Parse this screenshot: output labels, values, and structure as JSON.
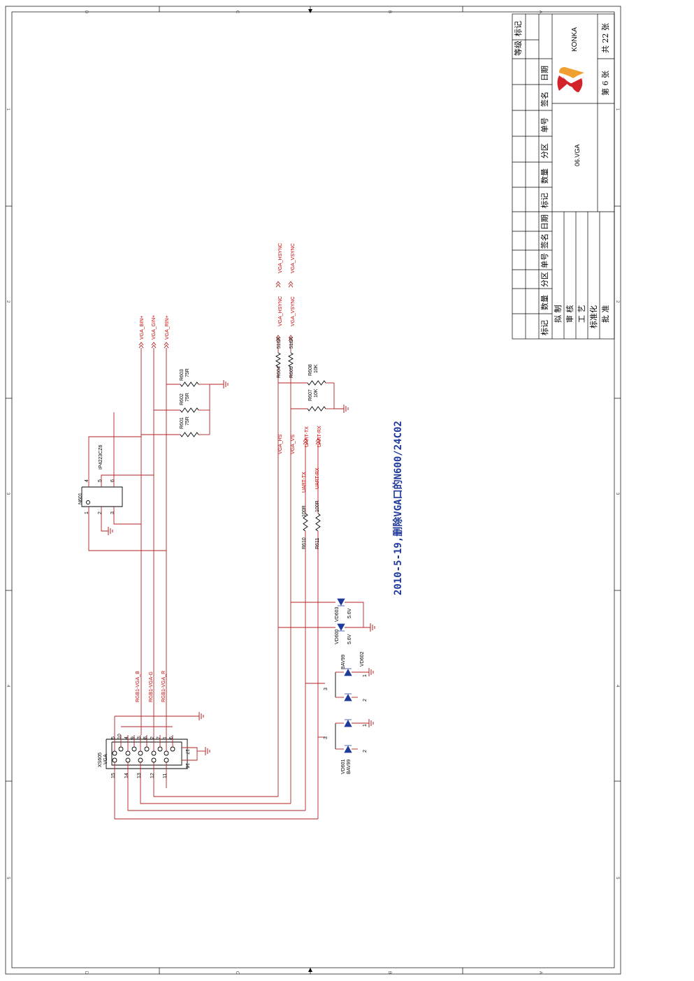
{
  "border": {
    "zone_letters": [
      "D",
      "C",
      "B",
      "A"
    ],
    "zone_numbers": [
      "1",
      "2",
      "3",
      "4",
      "5"
    ]
  },
  "title_block": {
    "header_row_1": [
      "等级",
      "标记"
    ],
    "header_row_2": [
      "日期",
      "签名",
      "单号",
      "分区",
      "数量",
      "标记"
    ],
    "header_row_3": [
      "日期",
      "签名",
      "单号",
      "分区",
      "数量",
      "标记"
    ],
    "roles": [
      "拟 制",
      "审 核",
      "工 艺",
      "标准化",
      "批 准"
    ],
    "sheet_title": "06.VGA",
    "company": "KONKA",
    "sheet_number": "第 6 张",
    "sheet_total": "共 22 张",
    "logo_colors": {
      "red": "#d2232a",
      "orange": "#f0a030"
    }
  },
  "revision_note": "2010-5-19,删除VGA口的N600/24C02",
  "colors": {
    "wire": "#b22222",
    "note": "#1f3a9a",
    "diode": "#1f3a9a",
    "text": "#000000"
  },
  "nets": {
    "vga_bin": "VGA_BIN+",
    "vga_gin": "VGA_GIN+",
    "vga_rin": "VGA_RIN+",
    "vga_hsync": "VGA_HSYNC",
    "vga_vsync": "VGA_VSYNC",
    "vga_hs": "VGA_HS",
    "vga_vs": "VGA_VS",
    "uart_tx": "UART-TX",
    "uart_rx": "UART-RX",
    "rgb_b": "RGB1-VGA_B",
    "rgb_g": "RGB1-VGA-G",
    "rgb_r": "RGB1-VGA_R"
  },
  "components": {
    "r601": {
      "ref": "R601",
      "value": "75R"
    },
    "r602": {
      "ref": "R602",
      "value": "75R"
    },
    "r603": {
      "ref": "R603",
      "value": "75R"
    },
    "r604": {
      "ref": "R604",
      "value": "510R"
    },
    "r605": {
      "ref": "R605",
      "value": "510R"
    },
    "r607": {
      "ref": "R607",
      "value": "10K"
    },
    "r608": {
      "ref": "R608",
      "value": "10K"
    },
    "r610": {
      "ref": "R610",
      "value": "100R"
    },
    "r611": {
      "ref": "R611",
      "value": "100R"
    },
    "n601": {
      "ref": "N601",
      "part": "IP4223CZ6",
      "pins": [
        "1",
        "2",
        "3",
        "4",
        "5",
        "6"
      ]
    },
    "xs605": {
      "ref": "XS605",
      "part": "VGA",
      "top_pins": [
        "5",
        "10",
        "4",
        "9",
        "3",
        "8",
        "2",
        "7",
        "1",
        "6"
      ],
      "bottom_pins": [
        "15",
        "14",
        "13",
        "12",
        "11"
      ],
      "shell_pins": [
        "17",
        "16"
      ]
    },
    "vd600": {
      "ref": "VD600",
      "value": "5.6V"
    },
    "vd603": {
      "ref": "VD603",
      "value": "5.6V"
    },
    "vd602": {
      "ref": "VD602",
      "part": "BAV99",
      "pins": [
        "3",
        "1",
        "2"
      ]
    },
    "vd601": {
      "ref": "VD601",
      "part": "BAV99",
      "pins": [
        "3",
        "1",
        "2"
      ]
    }
  }
}
